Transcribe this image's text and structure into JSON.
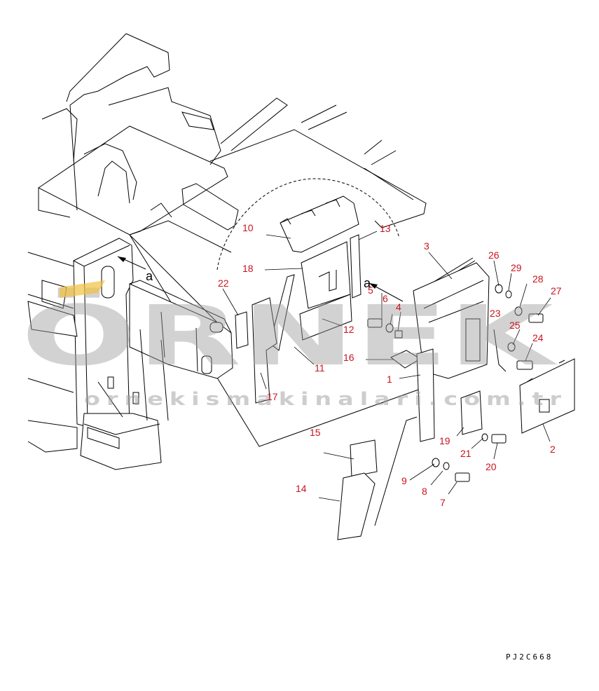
{
  "drawing": {
    "code": "PJ2C668",
    "section_letter": "a",
    "callouts": [
      "1",
      "2",
      "3",
      "4",
      "5",
      "6",
      "7",
      "8",
      "9",
      "10",
      "11",
      "12",
      "13",
      "14",
      "15",
      "16",
      "17",
      "18",
      "19",
      "20",
      "21",
      "22",
      "23",
      "24",
      "25",
      "26",
      "27",
      "28",
      "29"
    ]
  },
  "watermark": {
    "brand": "ÖRNEK",
    "site": "ornekismakinalari.com.tr"
  },
  "colors": {
    "callout": "#c8141e",
    "line": "#000000",
    "watermark": "#9c9c9c",
    "watermark_accent": "#f0c040"
  }
}
